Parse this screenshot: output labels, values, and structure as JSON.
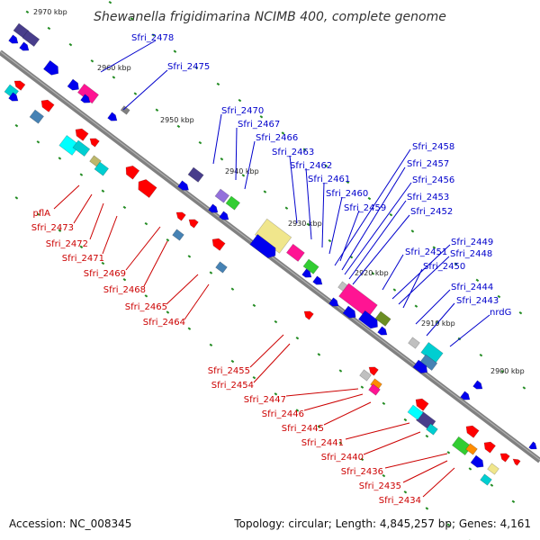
{
  "title": "Shewanella frigidimarina NCIMB 400, complete genome",
  "footer": {
    "accession": "Accession: NC_008345",
    "topology": "Topology: circular; Length: 4,845,257 bp; Genes: 4,161"
  },
  "colors": {
    "backbone": "#888888",
    "tick": "#228b22",
    "forward_label": "#0000cc",
    "reverse_label": "#cc0000"
  },
  "kbp_labels": [
    "2970 kbp",
    "2960 kbp",
    "2950 kbp",
    "2940 kbp",
    "2930 kbp",
    "2920 kbp",
    "2910 kbp",
    "2900 kbp"
  ],
  "forward_genes": [
    "Sfri_2478",
    "Sfri_2475",
    "Sfri_2470",
    "Sfri_2467",
    "Sfri_2466",
    "Sfri_2463",
    "Sfri_2462",
    "Sfri_2461",
    "Sfri_2460",
    "Sfri_2459",
    "Sfri_2458",
    "Sfri_2457",
    "Sfri_2456",
    "Sfri_2453",
    "Sfri_2452",
    "Sfri_2451",
    "Sfri_2449",
    "Sfri_2448",
    "Sfri_2450",
    "Sfri_2444",
    "Sfri_2443",
    "nrdG"
  ],
  "reverse_genes": [
    "pflA",
    "Sfri_2473",
    "Sfri_2472",
    "Sfri_2471",
    "Sfri_2469",
    "Sfri_2468",
    "Sfri_2465",
    "Sfri_2464",
    "Sfri_2455",
    "Sfri_2454",
    "Sfri_2447",
    "Sfri_2446",
    "Sfri_2445",
    "Sfri_2441",
    "Sfri_2440",
    "Sfri_2436",
    "Sfri_2435",
    "Sfri_2434"
  ]
}
